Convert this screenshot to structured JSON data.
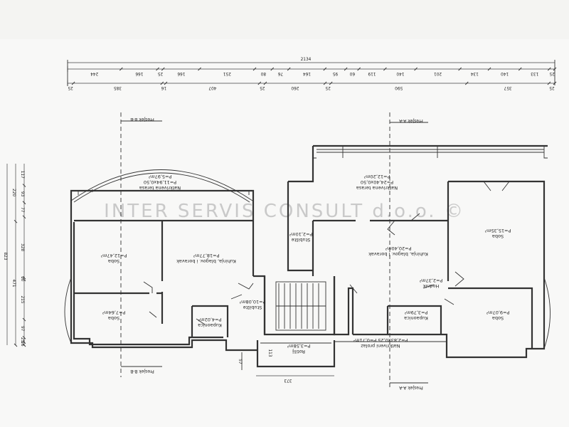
{
  "watermark": "INTER SERVIS CONSULT d.o.o. ©",
  "sections": {
    "bb": "Presjek B-B",
    "aa": "Presjek A-A"
  },
  "rooms": [
    {
      "id": "terrace_left",
      "name": "Natkrivena terasa",
      "dims": "P=11,94x0,50",
      "area": "P=5,97m²"
    },
    {
      "id": "room_left",
      "name": "Soba",
      "area": "P=12,47m²"
    },
    {
      "id": "kitchen_left",
      "name": "Kuhinja, blagov. i boravak",
      "area": "P=18,77m²"
    },
    {
      "id": "room_small",
      "name": "Soba",
      "area": "P=7,64m²"
    },
    {
      "id": "bath_left",
      "name": "Kupaonica",
      "area": "P=4,02m²"
    },
    {
      "id": "shaft",
      "name": "Stubište",
      "area": "P=2,10m²"
    },
    {
      "id": "stair",
      "name": "Stubište",
      "area": "P=10,08m²"
    },
    {
      "id": "terrace_right",
      "name": "Natkrivena terasa",
      "dims": "P=24,40x0,50",
      "area": "P=12,20m²"
    },
    {
      "id": "kitchen_right",
      "name": "Kuhinja, blagov. i boravak",
      "area": "P=20,40m²"
    },
    {
      "id": "room_right",
      "name": "Soba",
      "area": "P=15,35m²"
    },
    {
      "id": "hall",
      "name": "Hodnik",
      "area": "P=2,37m²"
    },
    {
      "id": "bath_right",
      "name": "Kupaonica",
      "area": "P=3,79m²"
    },
    {
      "id": "room_right2",
      "name": "Soba",
      "area": "P=9,07m²"
    },
    {
      "id": "passage",
      "name": "Natkriveni prolaz",
      "area": "P=2,83x0,25 P=0,71m²"
    },
    {
      "id": "porch",
      "name": "Rotilij",
      "area": "P=3,58m²"
    }
  ],
  "top_dims": {
    "overall": "2134",
    "row1": [
      "244",
      "166",
      "25",
      "166",
      "251",
      "80",
      "76",
      "164",
      "95",
      "60",
      "119",
      "140",
      "201",
      "134",
      "140",
      "133",
      "25"
    ],
    "row2": [
      "25",
      "385",
      "16",
      "407",
      "25",
      "260",
      "25",
      "590",
      "357",
      "25"
    ]
  },
  "left_dims": {
    "row1": [
      "117",
      "93",
      "77",
      "328",
      "10",
      "215",
      "97",
      "25",
      "16"
    ],
    "row2": [
      "220",
      "471"
    ],
    "overall": "823"
  },
  "bottom_dims": [
    "57",
    "113",
    "373"
  ]
}
